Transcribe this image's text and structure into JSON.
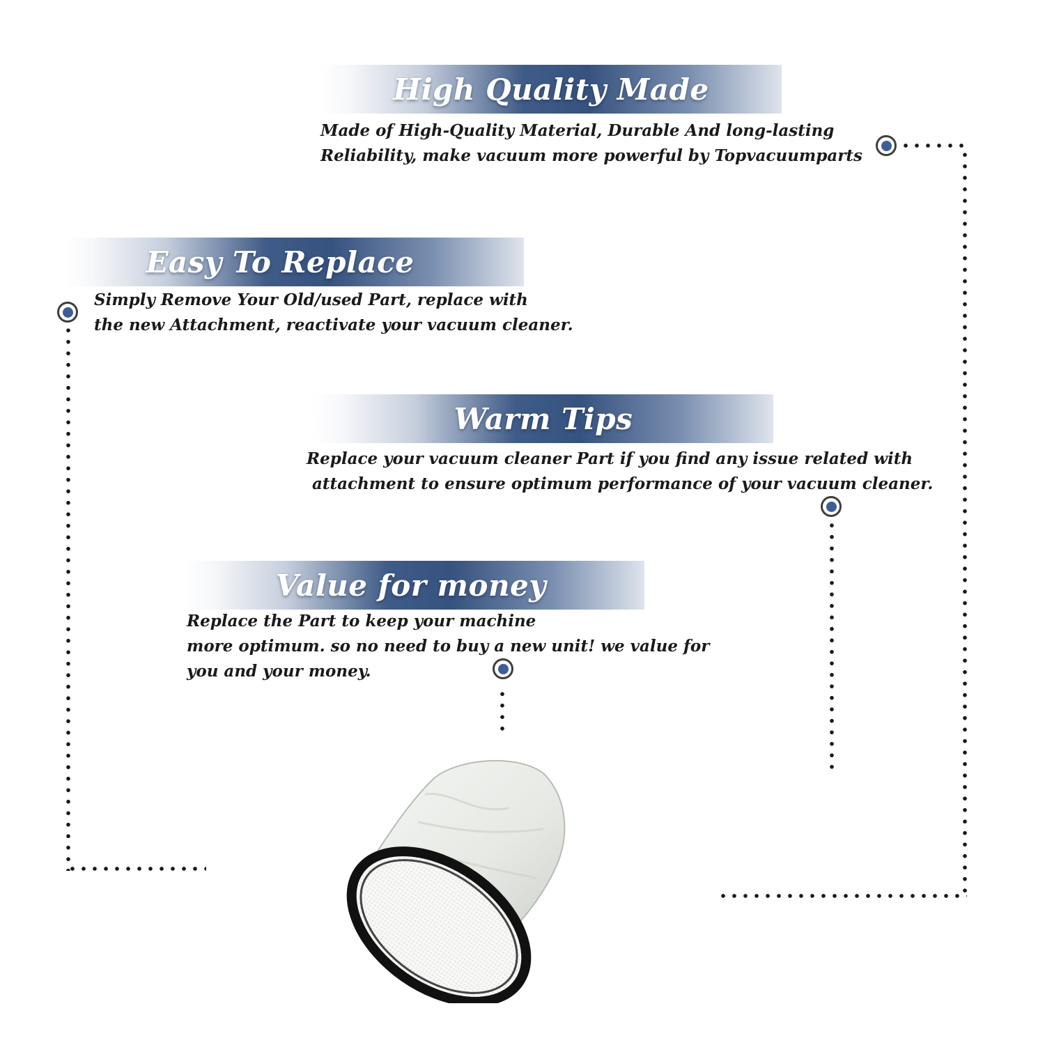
{
  "sections": [
    {
      "title": "High Quality Made",
      "lines": [
        "Made of  High-Quality Material, Durable And long-lasting",
        "Reliability, make vacuum more powerful by Topvacuumparts"
      ]
    },
    {
      "title": "Easy To Replace",
      "lines": [
        "Simply Remove Your Old/used Part, replace with",
        "the new Attachment, reactivate your vacuum cleaner."
      ]
    },
    {
      "title": "Warm Tips",
      "lines": [
        "Replace your vacuum cleaner Part if you find any issue related with",
        " attachment to ensure optimum performance of your vacuum cleaner."
      ]
    },
    {
      "title": "Value for money",
      "lines": [
        "Replace the Part to keep your machine",
        "more optimum. so no need to buy a new unit! we value for",
        "you and your money."
      ]
    }
  ],
  "colors": {
    "banner_blue": "#3f5b87",
    "marker_blue": "#3d5f96",
    "text": "#1a1a1a"
  },
  "product": {
    "icon": "vacuum-filter-cloth-icon"
  }
}
